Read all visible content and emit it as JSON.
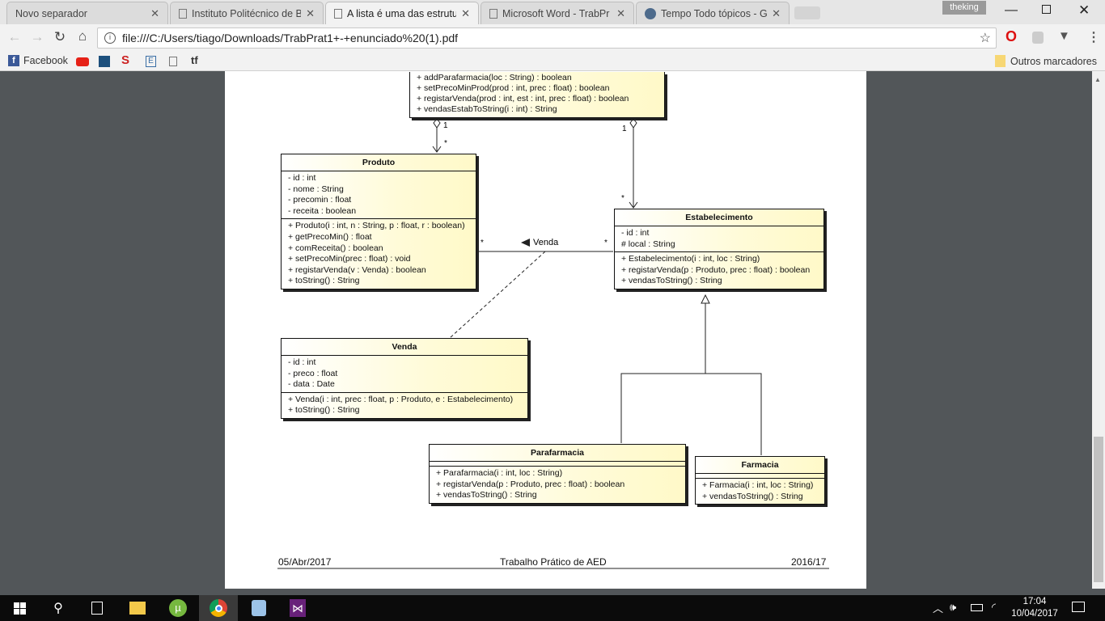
{
  "browser": {
    "tabs": [
      {
        "title": "Novo separador",
        "active": false
      },
      {
        "title": "Instituto Politécnico de B",
        "active": false
      },
      {
        "title": "A lista é uma das estrutu",
        "active": true
      },
      {
        "title": "Microsoft Word - TrabPr",
        "active": false
      },
      {
        "title": "Tempo Todo tópicos - G",
        "active": false
      }
    ],
    "profile": "theking",
    "url": "file:///C:/Users/tiago/Downloads/TrabPrat1+-+enunciado%20(1).pdf",
    "bookmarks": {
      "facebook": "Facebook",
      "other": "Outros marcadores"
    }
  },
  "diagram": {
    "top_class": {
      "methods": [
        "+ addParafarmacia(loc : String) : boolean",
        "+ setPrecoMinProd(prod : int, prec : float) : boolean",
        "+ registarVenda(prod : int, est : int, prec : float) : boolean",
        "+ vendasEstabToString(i : int) : String"
      ]
    },
    "produto": {
      "name": "Produto",
      "attrs": [
        "- id : int",
        "- nome : String",
        "- precomin : float",
        "- receita : boolean"
      ],
      "methods": [
        "+ Produto(i : int, n : String, p : float, r : boolean)",
        "+ getPrecoMin() : float",
        "+ comReceita() : boolean",
        "+ setPrecoMin(prec : float) : void",
        "+ registarVenda(v : Venda) : boolean",
        "+ toString() : String"
      ]
    },
    "estabelecimento": {
      "name": "Estabelecimento",
      "attrs": [
        "- id : int",
        "# local : String"
      ],
      "methods": [
        "+ Estabelecimento(i : int, loc : String)",
        "+ registarVenda(p : Produto, prec : float) : boolean",
        "+ vendasToString() : String"
      ]
    },
    "venda": {
      "name": "Venda",
      "attrs": [
        "- id : int",
        "- preco : float",
        "- data : Date"
      ],
      "methods": [
        "+ Venda(i : int, prec : float, p : Produto, e : Estabelecimento)",
        "+ toString() : String"
      ]
    },
    "parafarmacia": {
      "name": "Parafarmacia",
      "methods": [
        "+ Parafarmacia(i : int, loc : String)",
        "+ registarVenda(p : Produto, prec : float) : boolean",
        "+ vendasToString() : String"
      ]
    },
    "farmacia": {
      "name": "Farmacia",
      "methods": [
        "+ Farmacia(i : int, loc : String)",
        "+ vendasToString() : String"
      ]
    },
    "labels": {
      "one": "1",
      "many": "*",
      "assoc": "Venda"
    }
  },
  "footer": {
    "date": "05/Abr/2017",
    "title": "Trabalho Prático de AED",
    "year": "2016/17"
  },
  "taskbar": {
    "time": "17:04",
    "date": "10/04/2017"
  }
}
